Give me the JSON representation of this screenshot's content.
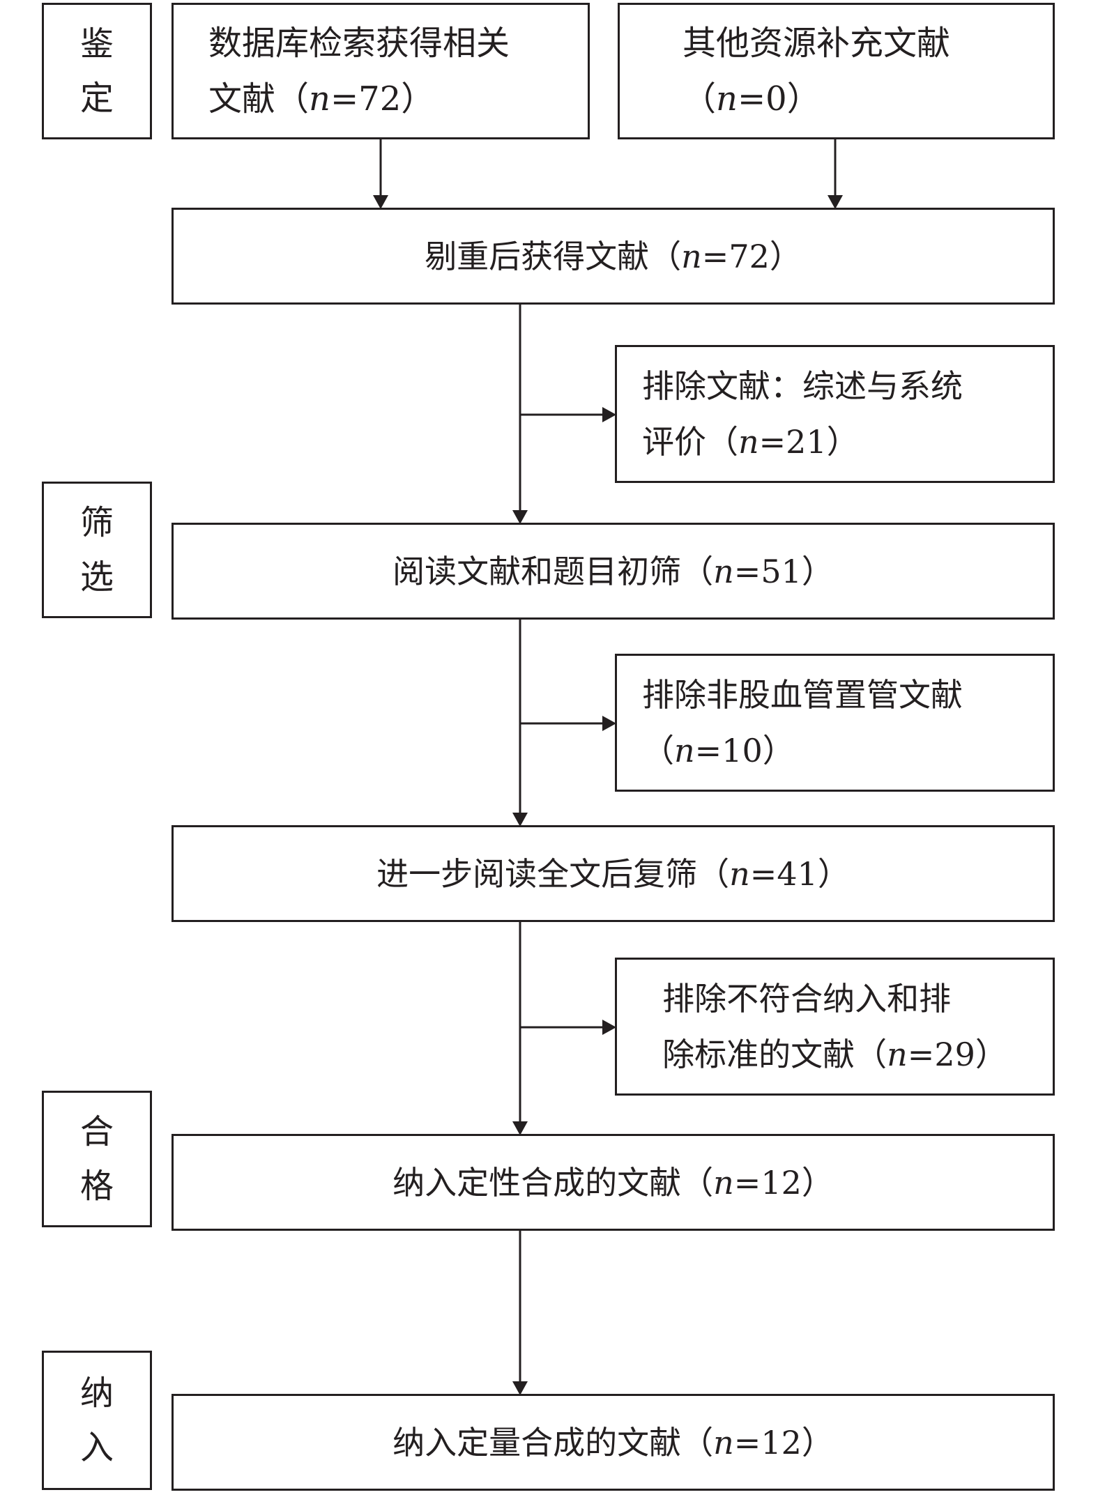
{
  "stages": {
    "identification": [
      "鉴",
      "定"
    ],
    "screening": [
      "筛",
      "选"
    ],
    "eligibility": [
      "合",
      "格"
    ],
    "included": [
      "纳",
      "入"
    ]
  },
  "boxes": {
    "database": {
      "line1": "数据库检索获得相关",
      "line2_prefix": "文献（",
      "n": "n",
      "line2_suffix": "=72）"
    },
    "other": {
      "line1": "其他资源补充文献",
      "line2_prefix": "（",
      "n": "n",
      "line2_suffix": "=0）"
    },
    "dedup": {
      "prefix": "剔重后获得文献（",
      "n": "n",
      "suffix": "=72）"
    },
    "exclude1": {
      "line1": "排除文献：综述与系统",
      "line2_prefix": "评价（",
      "n": "n",
      "line2_suffix": "=21）"
    },
    "title_screen": {
      "prefix": "阅读文献和题目初筛（",
      "n": "n",
      "suffix": "=51）"
    },
    "exclude2": {
      "line1": "排除非股血管置管文献",
      "line2_prefix": "（",
      "n": "n",
      "line2_suffix": "=10）"
    },
    "fulltext": {
      "prefix": "进一步阅读全文后复筛（",
      "n": "n",
      "suffix": "=41）"
    },
    "exclude3": {
      "line1": "排除不符合纳入和排",
      "line2_prefix": "除标准的文献（",
      "n": "n",
      "line2_suffix": "=29）"
    },
    "qualitative": {
      "prefix": "纳入定性合成的文献（",
      "n": "n",
      "suffix": "=12）"
    },
    "quantitative": {
      "prefix": "纳入定量合成的文献（",
      "n": "n",
      "suffix": "=12）"
    }
  }
}
